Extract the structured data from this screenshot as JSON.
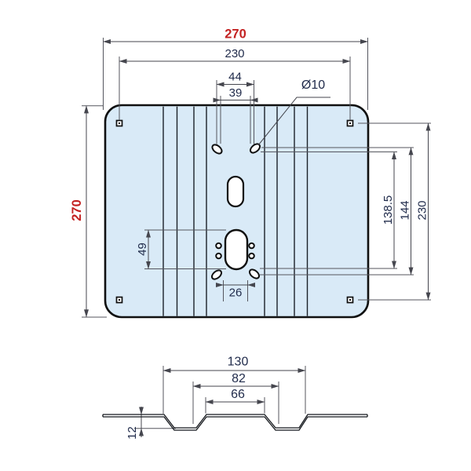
{
  "colors": {
    "plate_fill": "#d9eaf7",
    "plate_outline": "#101010",
    "dimension_line": "#45464e",
    "dimension_text": "#1f2a4a",
    "highlight_text": "#c32121"
  },
  "plan_view": {
    "width_overall": "270",
    "height_overall": "270",
    "corner_hole_spacing_horizontal": "230",
    "corner_hole_spacing_vertical": "230",
    "top_slot_spacing_outer": "44",
    "top_slot_spacing_inner": "39",
    "slot_hole_diameter": "Ø10",
    "slot_vertical_span_inner": "138.5",
    "slot_vertical_span_center": "144",
    "center_slot_length": "49",
    "lower_slot_gap": "26"
  },
  "section_view": {
    "channel_width_outer": "130",
    "channel_width_middle": "82",
    "channel_width_inner": "66",
    "channel_depth": "12"
  }
}
